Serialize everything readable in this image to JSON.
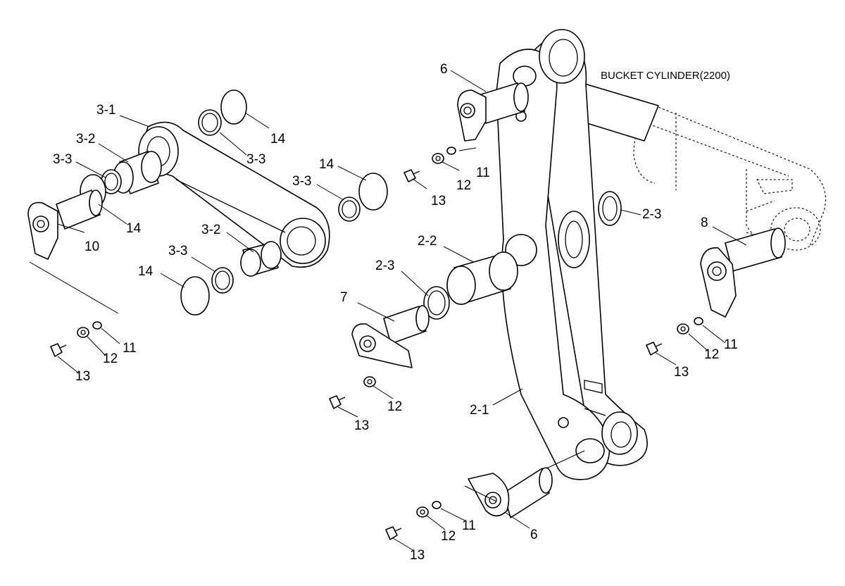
{
  "title": "BUCKET CYLINDER(2200)",
  "callouts": {
    "c_6a": "6",
    "c_6b": "6",
    "c_7": "7",
    "c_8": "8",
    "c_10": "10",
    "c_2_1": "2-1",
    "c_2_2": "2-2",
    "c_2_3a": "2-3",
    "c_2_3b": "2-3",
    "c_3_1": "3-1",
    "c_3_2a": "3-2",
    "c_3_2b": "3-2",
    "c_3_3a": "3-3",
    "c_3_3b": "3-3",
    "c_3_3c": "3-3",
    "c_3_3d": "3-3",
    "c_11a": "11",
    "c_11b": "11",
    "c_11c": "11",
    "c_11d": "11",
    "c_12a": "12",
    "c_12b": "12",
    "c_12c": "12",
    "c_12d": "12",
    "c_12e": "12",
    "c_13a": "13",
    "c_13b": "13",
    "c_13c": "13",
    "c_13d": "13",
    "c_13e": "13",
    "c_14a": "14",
    "c_14b": "14",
    "c_14c": "14",
    "c_14d": "14"
  },
  "colors": {
    "line": "#000000",
    "background": "#ffffff"
  }
}
